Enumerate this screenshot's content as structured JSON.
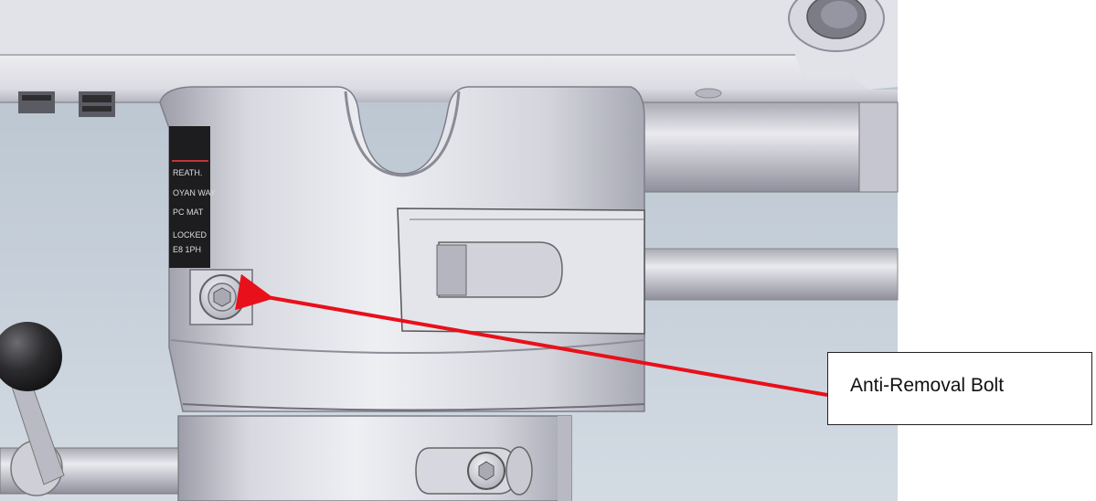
{
  "callout": {
    "label": "Anti-Removal Bolt",
    "arrow_color": "#e8101a"
  },
  "label_plate": {
    "lines": [
      "REATH.",
      "OYAN WAY",
      "PC MAT",
      "LOCKED",
      "E8 1PH"
    ]
  },
  "palette": {
    "background_blue": "#c6d0da",
    "metal_light": "#e6e7ec",
    "metal_mid": "#c9cad3",
    "metal_dark": "#8f909c",
    "knob_black": "#2a2a2c"
  }
}
